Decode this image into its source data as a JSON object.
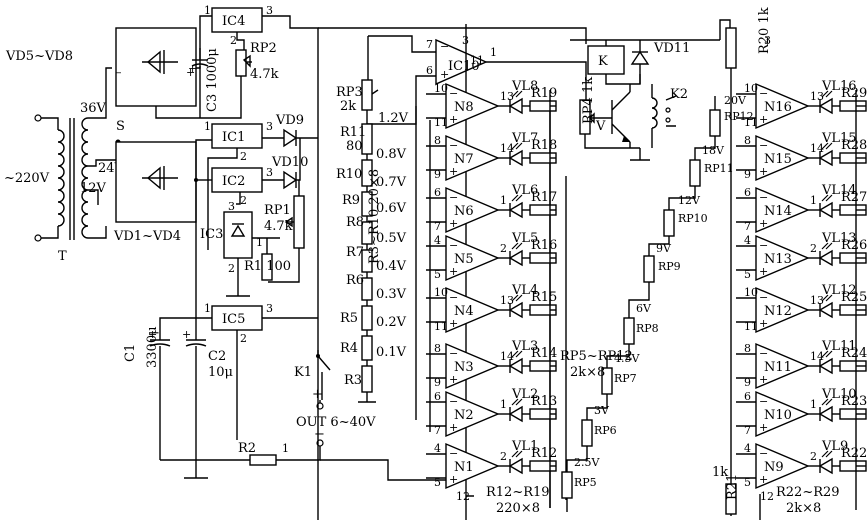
{
  "labels": {
    "mains": "~220V",
    "transformer": "T",
    "tap36": "36V",
    "tap24": "24V",
    "tap12": "12V",
    "switch": "S",
    "bridge_top": "VD5~VD8",
    "bridge_bottom": "VD1~VD4",
    "ic4": "IC4",
    "ic1": "IC1",
    "ic2": "IC2",
    "ic3": "IC3",
    "ic5": "IC5",
    "ic10": "IC10",
    "c3": "C3 1000μ",
    "rp2": "RP2",
    "rp2_val": "4.7k",
    "vd9": "VD9",
    "vd10": "VD10",
    "rp1": "RP1",
    "rp1_val": "4.7k",
    "r1": "R1 100",
    "c1": "C1",
    "c1_val": "3300μ",
    "c2": "C2",
    "c2_val": "10μ",
    "k1": "K1",
    "r2": "R2",
    "r3": "R3",
    "out": "OUT 6~40V",
    "plus": "+",
    "minus": "−",
    "rp3": "RP3",
    "rp3_val": "2k",
    "r11": "R11",
    "r11_val": "80",
    "r10": "R10",
    "r9": "R9",
    "r8": "R8",
    "r7": "R7",
    "r6": "R6",
    "r5": "R5",
    "r4": "R4",
    "r3_r10": "R3~R10 20×8",
    "v12": "1.2V",
    "v08": "0.8V",
    "v07": "0.7V",
    "v06": "0.6V",
    "v05": "0.5V",
    "v04": "0.4V",
    "v03": "0.3V",
    "v02": "0.2V",
    "v01": "0.1V",
    "k": "K",
    "k2": "K2",
    "vd11": "VD11",
    "rp4": "RP4 1k",
    "v": "V",
    "r20": "R20 1k",
    "r21": "R21",
    "r21_val": "1k",
    "rp5_12": "RP5~RP12",
    "rp5_12_val": "2k×8",
    "r12_19": "R12~R19",
    "r12_19_val": "220×8",
    "r22_29": "R22~R29",
    "r22_29_val": "2k×8",
    "rp5": "RP5",
    "rp6": "RP6",
    "rp7": "RP7",
    "rp8": "RP8",
    "rp9": "RP9",
    "rp10": "RP10",
    "rp11": "RP11",
    "rp12": "RP12",
    "rp5v": "2.5V",
    "rp6v": "3V",
    "rp7v": "4.5V",
    "rp8v": "6V",
    "rp9v": "9V",
    "rp10v": "12V",
    "rp11v": "18V",
    "rp12v": "20V"
  },
  "left_comparators": [
    {
      "name": "N8",
      "led": "VL8",
      "res": "R19",
      "pin_in1": "10",
      "pin_in2": "11",
      "pin_out": "13"
    },
    {
      "name": "N7",
      "led": "VL7",
      "res": "R18",
      "pin_in1": "8",
      "pin_in2": "9",
      "pin_out": "14"
    },
    {
      "name": "N6",
      "led": "VL6",
      "res": "R17",
      "pin_in1": "6",
      "pin_in2": "7",
      "pin_out": "1"
    },
    {
      "name": "N5",
      "led": "VL5",
      "res": "R16",
      "pin_in1": "4",
      "pin_in2": "5",
      "pin_out": "2"
    },
    {
      "name": "N4",
      "led": "VL4",
      "res": "R15",
      "pin_in1": "10",
      "pin_in2": "11",
      "pin_out": "13"
    },
    {
      "name": "N3",
      "led": "VL3",
      "res": "R14",
      "pin_in1": "8",
      "pin_in2": "9",
      "pin_out": "14"
    },
    {
      "name": "N2",
      "led": "VL2",
      "res": "R13",
      "pin_in1": "6",
      "pin_in2": "7",
      "pin_out": "1"
    },
    {
      "name": "N1",
      "led": "VL1",
      "res": "R12",
      "pin_in1": "4",
      "pin_in2": "5",
      "pin_out": "2"
    }
  ],
  "right_comparators": [
    {
      "name": "N16",
      "led": "VL16",
      "res": "R29",
      "pin_in1": "10",
      "pin_in2": "11",
      "pin_out": "13"
    },
    {
      "name": "N15",
      "led": "VL15",
      "res": "R28",
      "pin_in1": "8",
      "pin_in2": "9",
      "pin_out": "14"
    },
    {
      "name": "N14",
      "led": "VL14",
      "res": "R27",
      "pin_in1": "6",
      "pin_in2": "7",
      "pin_out": "1"
    },
    {
      "name": "N13",
      "led": "VL13",
      "res": "R26",
      "pin_in1": "4",
      "pin_in2": "5",
      "pin_out": "2"
    },
    {
      "name": "N12",
      "led": "VL12",
      "res": "R25",
      "pin_in1": "10",
      "pin_in2": "11",
      "pin_out": "13"
    },
    {
      "name": "N11",
      "led": "VL11",
      "res": "R24",
      "pin_in1": "8",
      "pin_in2": "9",
      "pin_out": "14"
    },
    {
      "name": "N10",
      "led": "VL10",
      "res": "R23",
      "pin_in1": "6",
      "pin_in2": "7",
      "pin_out": "1"
    },
    {
      "name": "N9",
      "led": "VL9",
      "res": "R22",
      "pin_in1": "4",
      "pin_in2": "5",
      "pin_out": "2"
    }
  ],
  "pins": {
    "p1": "1",
    "p2": "2",
    "p3": "3",
    "p4": "4",
    "p7": "7",
    "p6": "6",
    "p11": "11",
    "p12": "12"
  }
}
